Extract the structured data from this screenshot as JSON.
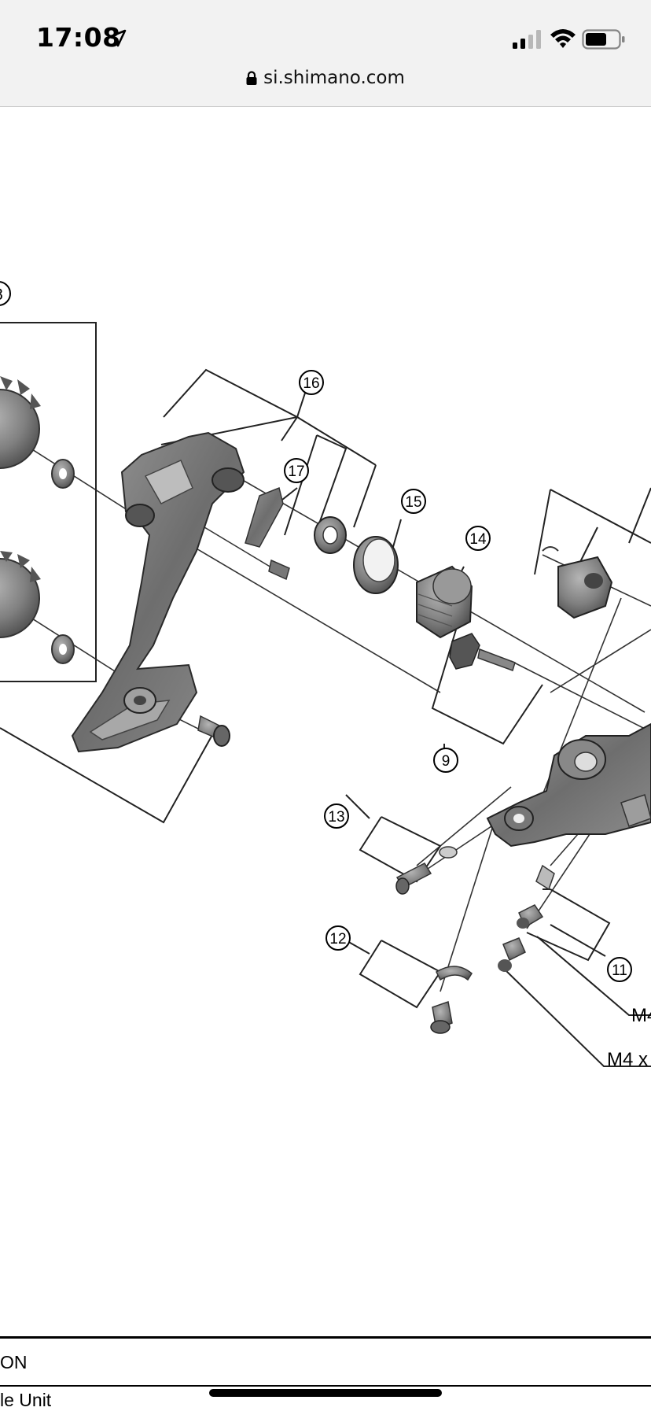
{
  "status": {
    "time": "17:08",
    "icons": [
      "location-arrow-icon",
      "cellular-signal-icon",
      "wifi-icon",
      "battery-icon"
    ]
  },
  "browser": {
    "url": "si.shimano.com",
    "lock_icon": "lock-icon"
  },
  "diagram": {
    "callouts": {
      "c18": "8",
      "c16": "16",
      "c17": "17",
      "c15": "15",
      "c14": "14",
      "c9": "9",
      "c13": "13",
      "c12": "12",
      "c11": "11"
    },
    "labels": {
      "m4_a": "M4",
      "m4_b": "M4 x"
    }
  },
  "table": {
    "row1": "ON",
    "row2": "le Unit"
  },
  "colors": {
    "part_fill": "#7d7d7d",
    "part_dark": "#4a4a4a",
    "line": "#333333"
  }
}
